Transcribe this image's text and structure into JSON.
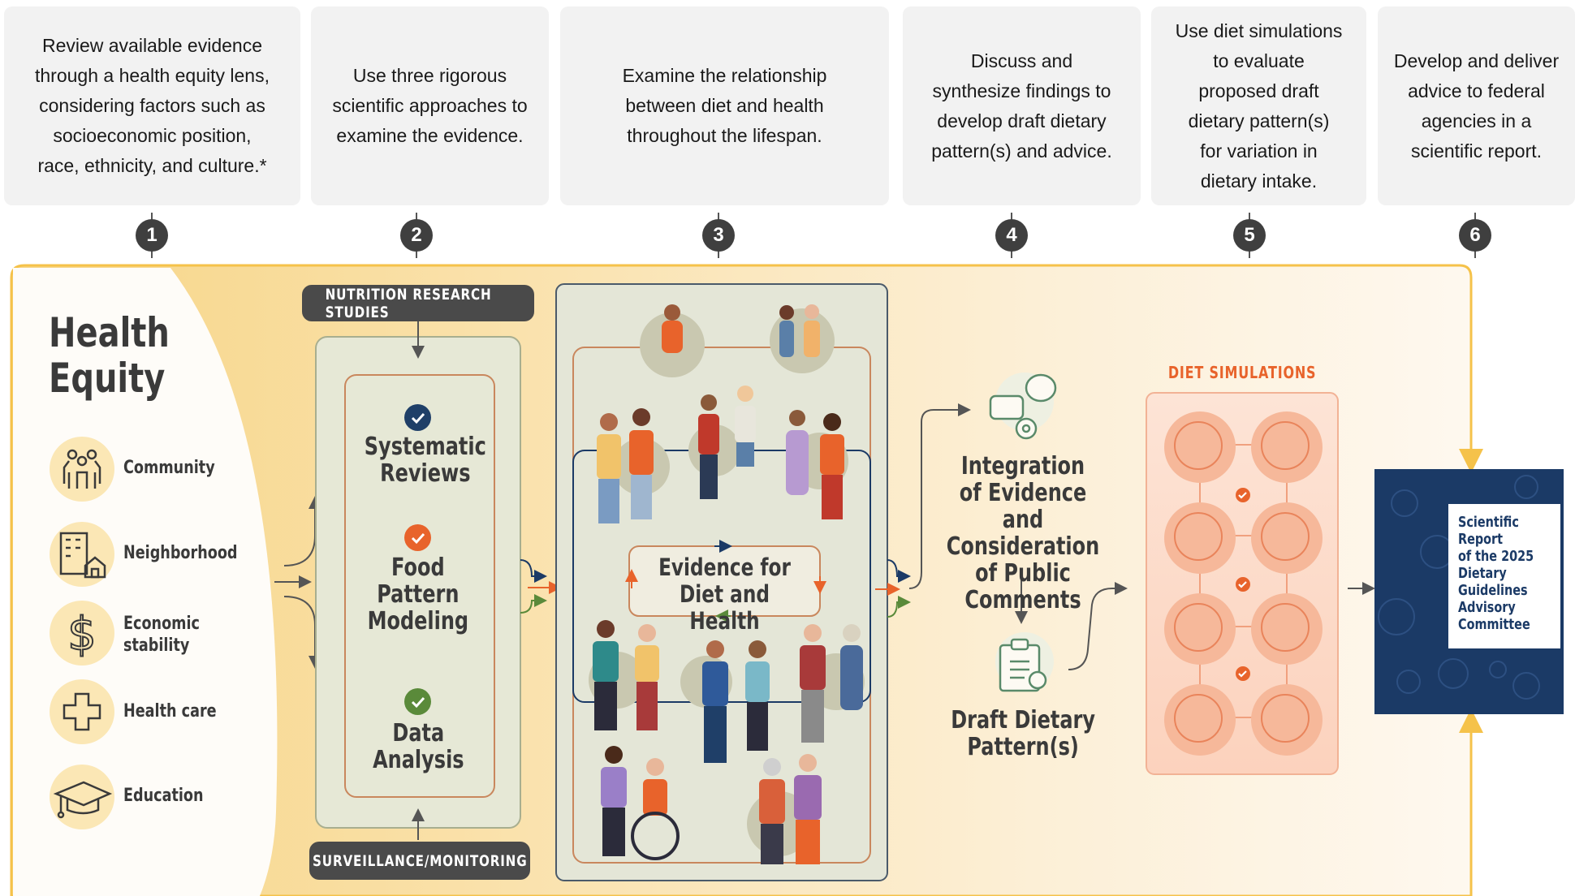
{
  "steps": [
    {
      "number": "1",
      "text": "Review available evidence\nthrough a health equity lens,\nconsidering factors such as\nsocioeconomic position,\nrace, ethnicity, and culture.*"
    },
    {
      "number": "2",
      "text": "Use three rigorous\nscientific approaches to\nexamine the evidence."
    },
    {
      "number": "3",
      "text": "Examine the relationship\nbetween diet and health\nthroughout the lifespan."
    },
    {
      "number": "4",
      "text": "Discuss and\nsynthesize findings to\ndevelop draft dietary\npattern(s) and advice."
    },
    {
      "number": "5",
      "text": "Use diet simulations\nto evaluate\nproposed draft\ndietary pattern(s)\nfor variation in\ndietary intake."
    },
    {
      "number": "6",
      "text": "Develop and deliver\nadvice to federal\nagencies in a\nscientific report."
    }
  ],
  "health_equity": {
    "title": "Health\nEquity",
    "factors": [
      {
        "label": "Community",
        "icon": "community-icon"
      },
      {
        "label": "Neighborhood",
        "icon": "neighborhood-icon"
      },
      {
        "label": "Economic\nstability",
        "icon": "dollar-icon"
      },
      {
        "label": "Health care",
        "icon": "medical-cross-icon"
      },
      {
        "label": "Education",
        "icon": "graduation-cap-icon"
      }
    ]
  },
  "approaches": {
    "top_label": "NUTRITION RESEARCH STUDIES",
    "bottom_label": "SURVEILLANCE/MONITORING",
    "items": [
      {
        "label": "Systematic\nReviews",
        "check_color": "#1f3f68"
      },
      {
        "label": "Food\nPattern\nModeling",
        "check_color": "#e8632b"
      },
      {
        "label": "Data\nAnalysis",
        "check_color": "#5a8a3a"
      }
    ]
  },
  "evidence": {
    "label": "Evidence for\nDiet and Health"
  },
  "integration": {
    "label": "Integration\nof Evidence\nand Consideration\nof Public Comments"
  },
  "draft": {
    "label": "Draft Dietary\nPattern(s)"
  },
  "diet_simulations": {
    "label": "DIET SIMULATIONS"
  },
  "report": {
    "label": "Scientific\nReport\nof the 2025\nDietary\nGuidelines\nAdvisory\nCommittee"
  },
  "colors": {
    "gold": "#f5c24a",
    "navy": "#1b3a66",
    "orange": "#e8632b",
    "green": "#5a8a3a",
    "dark_gray": "#4a4a4a",
    "sage": "#e4e6d7"
  }
}
